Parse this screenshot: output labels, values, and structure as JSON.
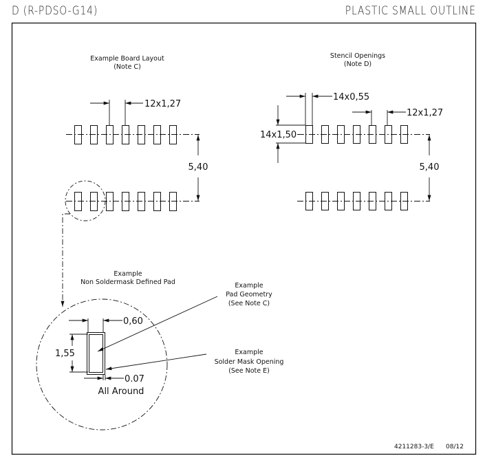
{
  "header": {
    "package_code": "D (R-PDSO-G14)",
    "package_type": "PLASTIC SMALL OUTLINE"
  },
  "board_layout": {
    "title": "Example Board Layout",
    "note": "(Note C)",
    "pitch_dim": "12x1,27",
    "row_spacing_dim": "5,40",
    "pads_per_row": 7
  },
  "stencil": {
    "title": "Stencil Openings",
    "note": "(Note D)",
    "width_dim": "14x0,55",
    "length_dim": "14x1,50",
    "pitch_dim": "12x1,27",
    "row_spacing_dim": "5,40",
    "pads_per_row": 7
  },
  "pad_detail": {
    "title_line1": "Example",
    "title_line2": "Non Soldermask Defined Pad",
    "width_dim": "0,60",
    "length_dim": "1,55",
    "clearance_dim": "0.07",
    "clearance_note": "All Around",
    "callout_pad": {
      "line1": "Example",
      "line2": "Pad Geometry",
      "line3": "(See Note C)"
    },
    "callout_mask": {
      "line1": "Example",
      "line2": "Solder Mask Opening",
      "line3": "(See Note E)"
    }
  },
  "footer": {
    "drawing_number": "4211283-3/E",
    "date": "08/12"
  }
}
